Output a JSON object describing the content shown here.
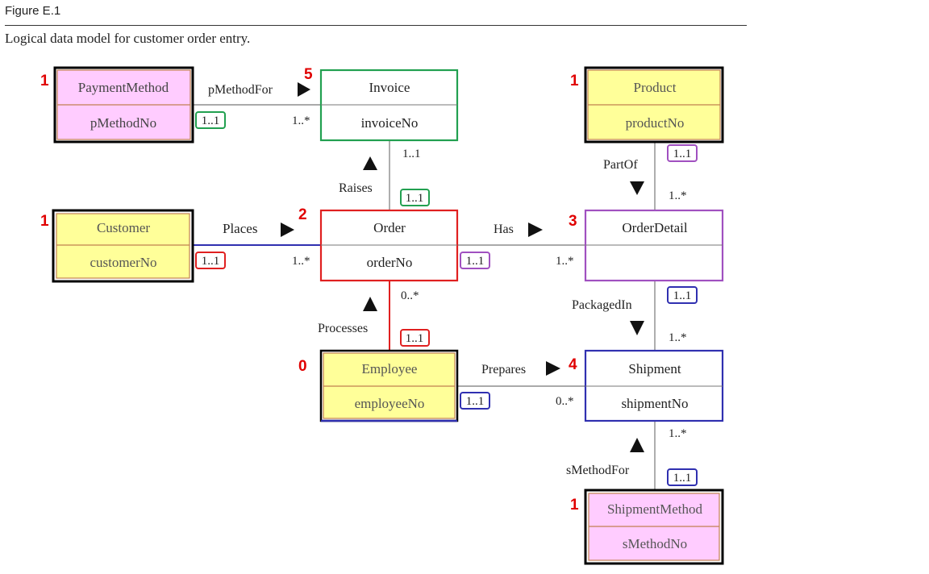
{
  "figure": {
    "label": "Figure E.1",
    "caption": "Logical data model for customer order entry."
  },
  "colors": {
    "green": "#22a050",
    "red": "#e02020",
    "purple": "#a050c0",
    "blue": "#3030b0",
    "black": "#000000",
    "kernel_fill": "#ffff99",
    "weak_fill": "#ffccff",
    "inner_border": "#c08050",
    "line_gray": "#777777",
    "number_red": "#e00000"
  },
  "entities": {
    "payment_method": {
      "name": "PaymentMethod",
      "key": "pMethodNo",
      "number": "1"
    },
    "invoice": {
      "name": "Invoice",
      "key": "invoiceNo",
      "number": "5"
    },
    "product": {
      "name": "Product",
      "key": "productNo",
      "number": "1"
    },
    "customer": {
      "name": "Customer",
      "key": "customerNo",
      "number": "1"
    },
    "order": {
      "name": "Order",
      "key": "orderNo",
      "number": "2"
    },
    "order_detail": {
      "name": "OrderDetail",
      "key": "",
      "number": "3"
    },
    "employee": {
      "name": "Employee",
      "key": "employeeNo",
      "number": "0"
    },
    "shipment": {
      "name": "Shipment",
      "key": "shipmentNo",
      "number": "4"
    },
    "shipment_method": {
      "name": "ShipmentMethod",
      "key": "sMethodNo",
      "number": "1"
    }
  },
  "relationships": {
    "p_method_for": {
      "label": "pMethodFor",
      "mult_left": "1..1",
      "mult_right": "1..*"
    },
    "raises": {
      "label": "Raises",
      "mult_top": "1..1",
      "mult_bottom": "1..1"
    },
    "part_of": {
      "label": "PartOf",
      "mult_top": "1..1",
      "mult_bottom": "1..*"
    },
    "places": {
      "label": "Places",
      "mult_left": "1..1",
      "mult_right": "1..*"
    },
    "has": {
      "label": "Has",
      "mult_left": "1..1",
      "mult_right": "1..*"
    },
    "processes": {
      "label": "Processes",
      "mult_top": "0..*",
      "mult_bottom": "1..1"
    },
    "packaged_in": {
      "label": "PackagedIn",
      "mult_top": "1..1",
      "mult_bottom": "1..*"
    },
    "prepares": {
      "label": "Prepares",
      "mult_left": "1..1",
      "mult_right": "0..*"
    },
    "s_method_for": {
      "label": "sMethodFor",
      "mult_top": "1..*",
      "mult_bottom": "1..1"
    }
  }
}
